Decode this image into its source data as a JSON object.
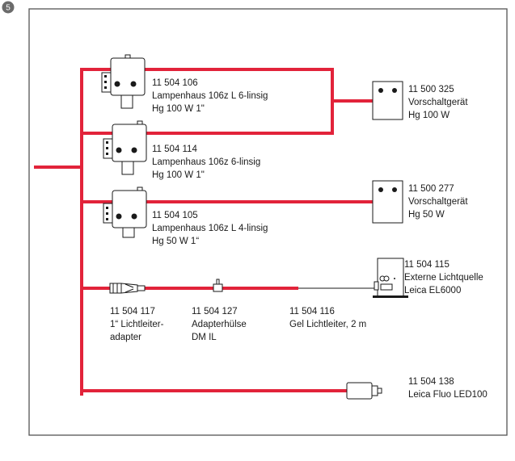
{
  "figure_number": "5",
  "colors": {
    "cable": "#e2233a",
    "outline": "#1a1a1a",
    "frame": "#555555",
    "badge": "#6b6b6b"
  },
  "components": {
    "lamphouse_1": {
      "part_no": "11 504 106",
      "name": "Lampenhaus 106z L 6-linsig",
      "spec": "Hg 100 W 1\""
    },
    "lamphouse_2": {
      "part_no": "11 504 114",
      "name": "Lampenhaus 106z 6-linsig",
      "spec": "Hg 100 W 1\""
    },
    "lamphouse_3": {
      "part_no": "11 504 105",
      "name": "Lampenhaus 106z L 4-linsig",
      "spec": "Hg 50 W 1“"
    },
    "ballast_1": {
      "part_no": "11 500 325",
      "name": "Vorschaltgerät",
      "spec": "Hg 100 W"
    },
    "ballast_2": {
      "part_no": "11 500 277",
      "name": "Vorschaltgerät",
      "spec": "Hg 50 W"
    },
    "ext_light": {
      "part_no": "11 504 115",
      "name": "Externe Lichtquelle",
      "model": "Leica EL6000"
    },
    "lightguide_adapter": {
      "part_no": "11 504 117",
      "line1": "1“ Lichtleiter-",
      "line2": "adapter"
    },
    "adapter_sleeve": {
      "part_no": "11 504 127",
      "line1": "Adapterhülse",
      "line2": "DM IL"
    },
    "light_guide": {
      "part_no": "11 504 116",
      "name": "Gel Lichtleiter, 2 m"
    },
    "led": {
      "part_no": "11 504 138",
      "name": "Leica Fluo LED100"
    }
  }
}
